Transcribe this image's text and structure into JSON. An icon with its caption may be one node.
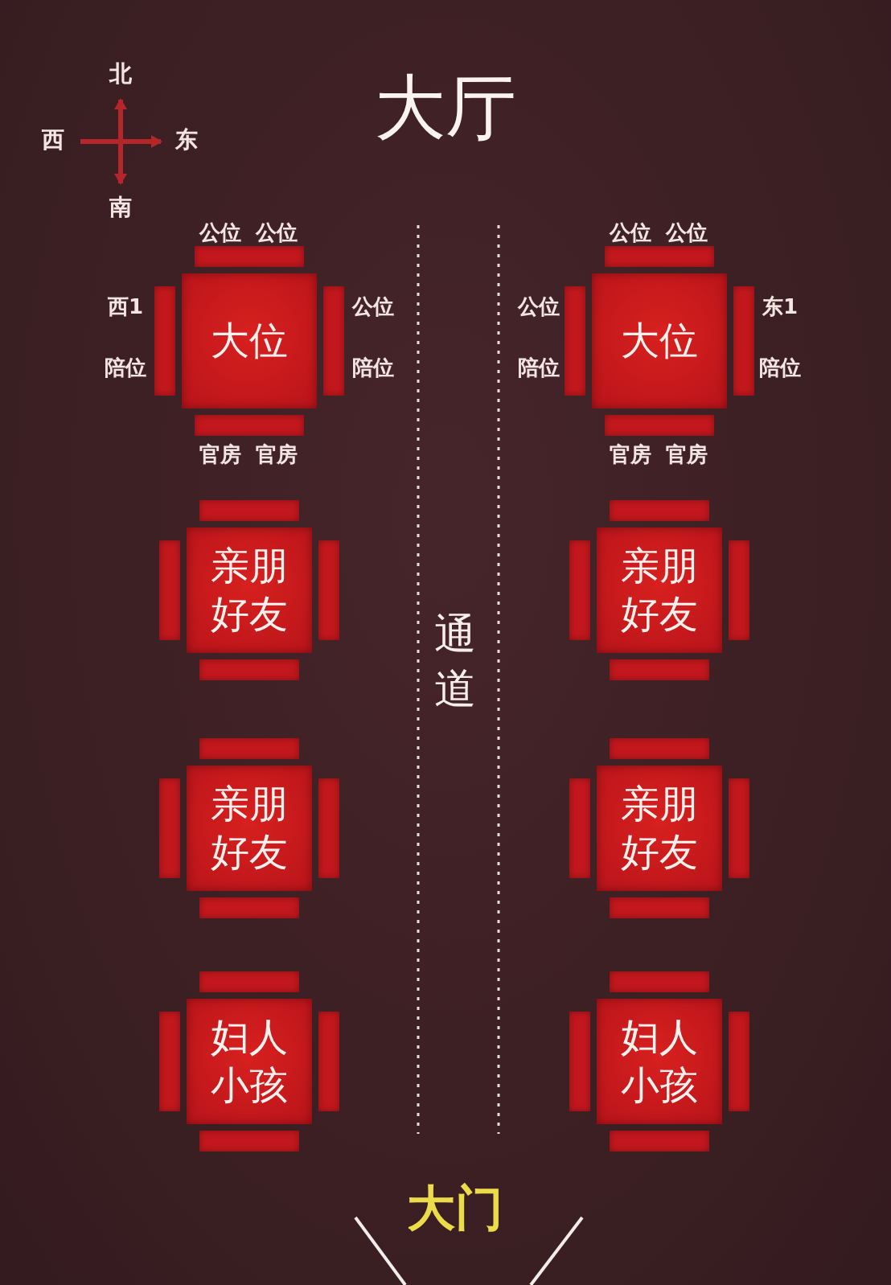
{
  "diagram": {
    "title": "大厅",
    "nodes": [
      {
        "text": [
          "大位"
        ]
      },
      {
        "text": [
          "大位"
        ]
      },
      {
        "text": [
          "亲朋好友"
        ]
      },
      {
        "text": [
          "亲朋好友"
        ]
      },
      {
        "text": [
          "亲朋好友"
        ]
      },
      {
        "text": [
          "亲朋好友"
        ]
      },
      {
        "text": [
          "妇人小孩"
        ]
      },
      {
        "text": [
          "妇人小孩"
        ]
      }
    ],
    "edges": [],
    "labels": [
      "北",
      "西",
      "东",
      "南",
      "公位",
      "公位",
      "西1",
      "陪位",
      "公位",
      "陪位",
      "官房",
      "官房",
      "公位",
      "公位",
      "公位",
      "陪位",
      "东1",
      "陪位",
      "官房",
      "官房",
      "通道",
      "大门"
    ]
  }
}
